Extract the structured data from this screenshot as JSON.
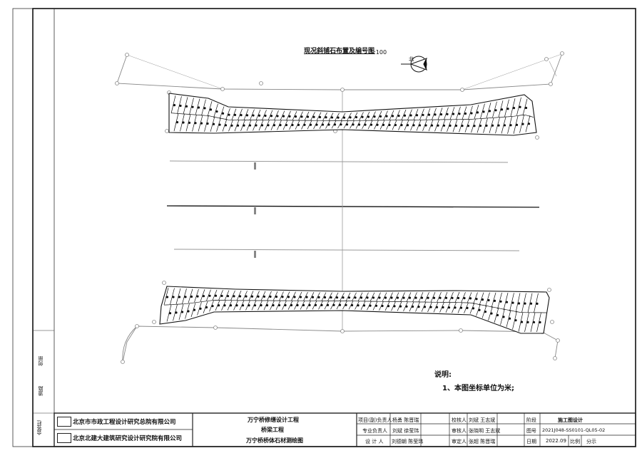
{
  "drawing": {
    "title": "现况斜铺石布置及编号图",
    "scale": "1:100",
    "north_label": "北"
  },
  "notes": {
    "heading": "说明:",
    "items": [
      "1、本图坐标单位为米;"
    ]
  },
  "side_labels": {
    "top": "何丽",
    "middle": "道路",
    "bottom": "会签栏"
  },
  "title_block": {
    "orgs": [
      "北京市市政工程设计研究总院有限公司",
      "北京北建大建筑研究设计研究院有限公司"
    ],
    "project_lines": [
      "万宁桥修缮设计工程",
      "桥梁工程",
      "万宁桥桥体石材测绘图"
    ],
    "role_rows": [
      {
        "role": "项目(副)负责人",
        "name": "杨勇 陈晋瑞"
      },
      {
        "role": "专业负责人",
        "name": "刘斌 徐莹玮"
      },
      {
        "role": "设 计 人",
        "name": "刘德朝 陈莹玮"
      }
    ],
    "check_rows": [
      {
        "role": "校核人",
        "name": "刘斌 王志斌"
      },
      {
        "role": "审核人",
        "name": "张晓明 王志斌"
      },
      {
        "role": "审定人",
        "name": "张超 陈晋瑞"
      }
    ],
    "stage_label": "阶段",
    "stage_value": "施工图设计",
    "drawing_no_label": "图号",
    "drawing_no": "2021J048-SS0101-QL05-02",
    "date_label": "日期",
    "date_value": "2022.09",
    "scale_label": "比例",
    "scale_value": "分示"
  }
}
